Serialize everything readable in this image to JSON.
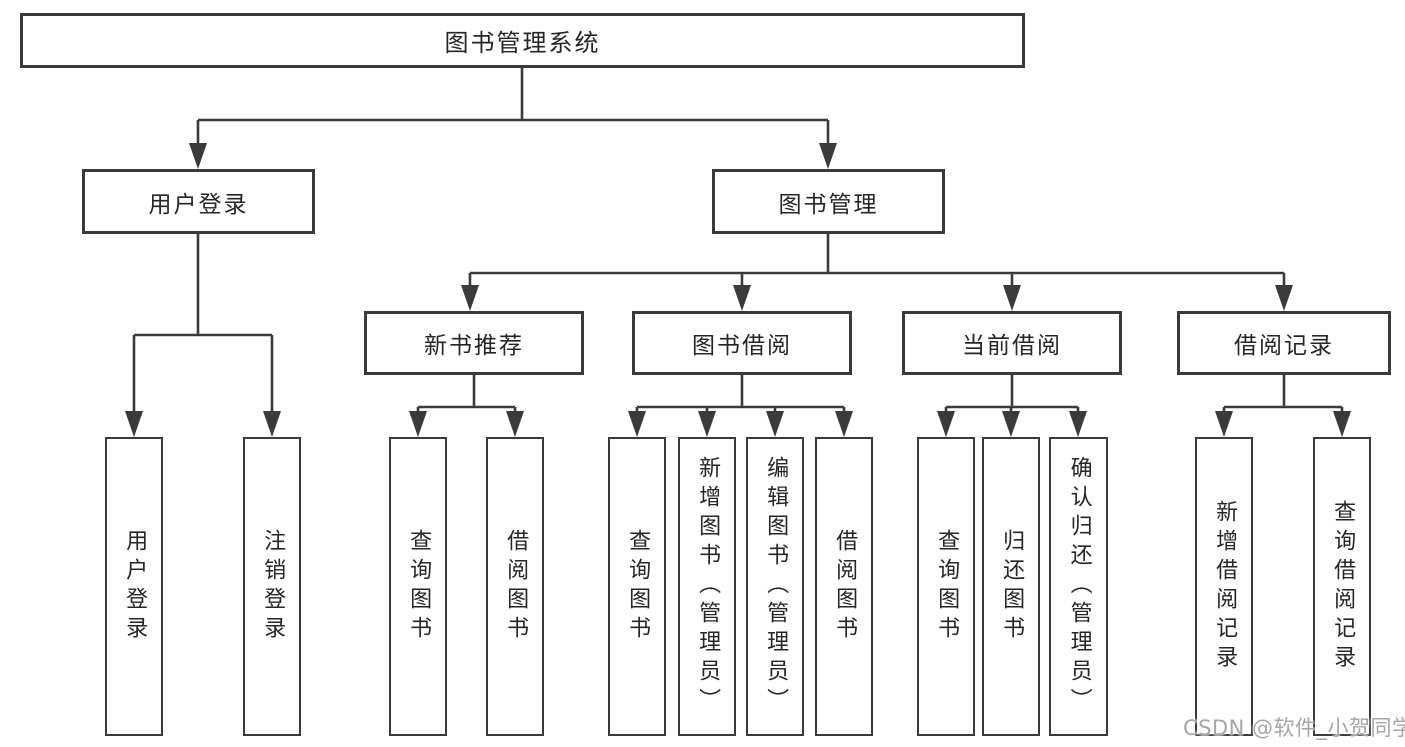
{
  "colors": {
    "line": "#3a3a3a",
    "text": "#262626",
    "node-bg": "#ffffff",
    "watermark": "#a6a6a6"
  },
  "tree": {
    "root": {
      "label": "图书管理系统"
    },
    "branches": [
      {
        "label": "用户登录",
        "children": [
          {
            "label": "用户登录"
          },
          {
            "label": "注销登录"
          }
        ]
      },
      {
        "label": "图书管理",
        "children": [
          {
            "label": "新书推荐",
            "children": [
              {
                "label": "查询图书"
              },
              {
                "label": "借阅图书"
              }
            ]
          },
          {
            "label": "图书借阅",
            "children": [
              {
                "label": "查询图书"
              },
              {
                "label": "新增图书（管理员）"
              },
              {
                "label": "编辑图书（管理员）"
              },
              {
                "label": "借阅图书"
              }
            ]
          },
          {
            "label": "当前借阅",
            "children": [
              {
                "label": "查询图书"
              },
              {
                "label": "归还图书"
              },
              {
                "label": "确认归还（管理员）"
              }
            ]
          },
          {
            "label": "借阅记录",
            "children": [
              {
                "label": "新增借阅记录"
              },
              {
                "label": "查询借阅记录"
              }
            ]
          }
        ]
      }
    ]
  },
  "watermark": {
    "text": "CSDN @软件_小贺同学"
  }
}
